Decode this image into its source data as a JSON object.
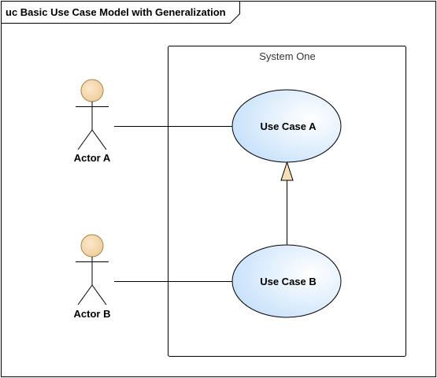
{
  "frame": {
    "title": "uc Basic Use Case Model with Generalization"
  },
  "system_boundary": {
    "title": "System One"
  },
  "actors": [
    {
      "label": "Actor A"
    },
    {
      "label": "Actor B"
    }
  ],
  "use_cases": [
    {
      "label": "Use Case A"
    },
    {
      "label": "Use Case B"
    }
  ],
  "relationships": [
    {
      "type": "association",
      "from": "Actor A",
      "to": "Use Case A"
    },
    {
      "type": "association",
      "from": "Actor B",
      "to": "Use Case B"
    },
    {
      "type": "generalization",
      "from": "Use Case B",
      "to": "Use Case A"
    }
  ],
  "colors": {
    "actor_head_fill": "#f5d9b0",
    "actor_head_stroke": "#b0894f",
    "usecase_fill_light": "#ffffff",
    "usecase_fill_dark": "#c7e1fb",
    "generalization_arrow_fill": "#f7e0b8",
    "line": "#000000"
  }
}
